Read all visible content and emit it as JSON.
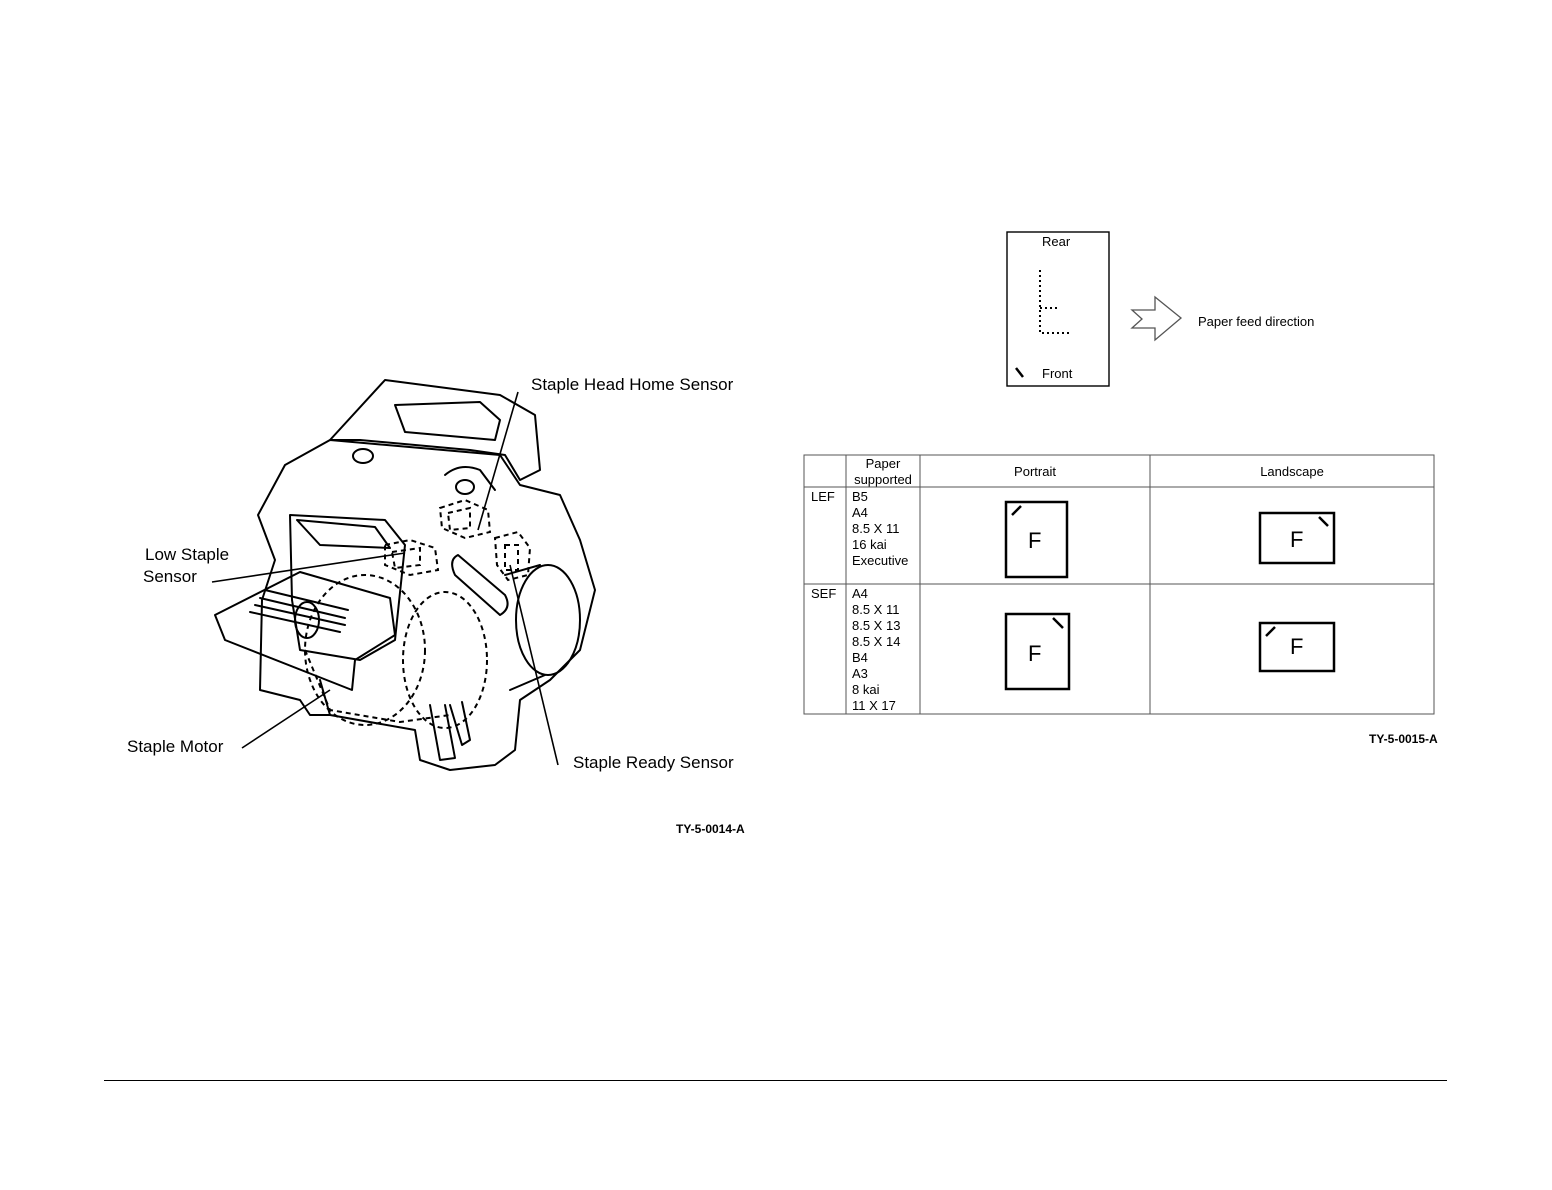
{
  "stapler_figure": {
    "labels": {
      "head_home": "Staple Head Home Sensor",
      "low_staple_1": "Low Staple",
      "low_staple_2": "Sensor",
      "motor": "Staple Motor",
      "ready": "Staple Ready Sensor"
    },
    "figure_id": "TY-5-0014-A"
  },
  "feed_figure": {
    "rear": "Rear",
    "front": "Front",
    "direction": "Paper feed direction"
  },
  "paper_table": {
    "headers": {
      "paper_line1": "Paper",
      "paper_line2": "supported",
      "portrait": "Portrait",
      "landscape": "Landscape"
    },
    "rows": [
      {
        "edge": "LEF",
        "sizes": [
          "B5",
          "A4",
          "8.5 X 11",
          "16 kai",
          "Executive"
        ],
        "portrait_letter": "F",
        "landscape_letter": "F"
      },
      {
        "edge": "SEF",
        "sizes": [
          "A4",
          "8.5 X 11",
          "8.5 X 13",
          "8.5 X 14",
          "B4",
          "A3",
          "8 kai",
          "11 X 17"
        ],
        "portrait_letter": "F",
        "landscape_letter": "F"
      }
    ],
    "figure_id": "TY-5-0015-A"
  }
}
